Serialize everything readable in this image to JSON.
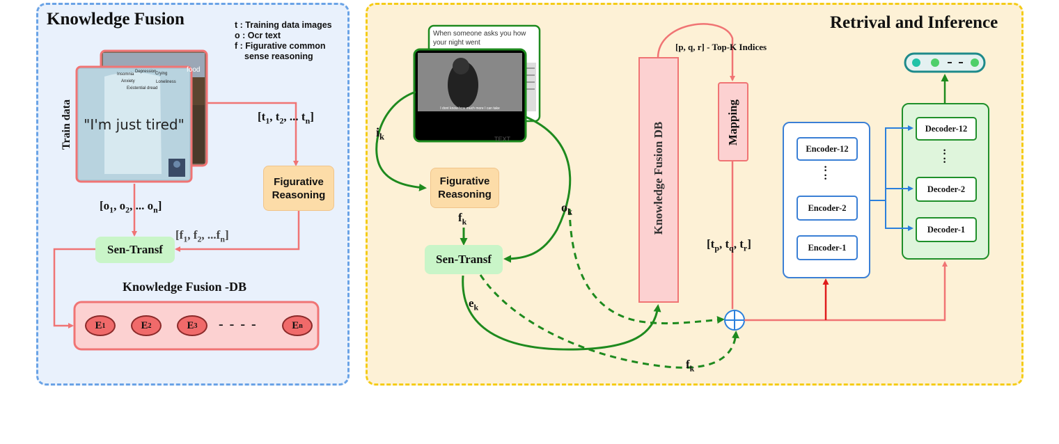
{
  "left": {
    "title": "Knowledge Fusion",
    "legend": {
      "t": "t : Training data images",
      "o": "o : Ocr text",
      "f1": "f : Figurative common",
      "f2": "sense reasoning"
    },
    "train_data_label": "Train data",
    "meme_caption": "\"I'm just tired\"",
    "meme_small_labels": [
      "Insomnia",
      "Depression",
      "Crying",
      "Anxiety",
      "Loneliness",
      "Existential dread",
      "food"
    ],
    "t_set": {
      "prefix": "[t",
      "s1": "1",
      "mid1": ", t",
      "s2": "2",
      "mid2": ", ... t",
      "sn": "n",
      "suffix": "]"
    },
    "o_set": {
      "prefix": "[o",
      "s1": "1",
      "mid1": ", o",
      "s2": "2",
      "mid2": ", ... o",
      "sn": "n",
      "suffix": "]"
    },
    "f_set": {
      "prefix": "[f",
      "s1": "1",
      "mid1": ", f",
      "s2": "2",
      "mid2": ", ...f",
      "sn": "n",
      "suffix": "]"
    },
    "figurative_box": [
      "Figurative",
      "Reasoning"
    ],
    "sentransf_box": "Sen-Transf",
    "db_title": "Knowledge Fusion -DB",
    "embeddings": [
      {
        "base": "E",
        "sub": "1"
      },
      {
        "base": "E",
        "sub": "2"
      },
      {
        "base": "E",
        "sub": "3"
      },
      {
        "base": "E",
        "sub": "n"
      }
    ],
    "dots": "- - - -"
  },
  "right": {
    "title": "Retrival and Inference",
    "meme_top_text": "When someone asks you how your night went",
    "meme_bottom_text": "I dont know how much more I can take",
    "meme_corner_text": "TEXT",
    "i_k": {
      "base": "i",
      "sub": "k"
    },
    "figurative_box": [
      "Figurative",
      "Reasoning"
    ],
    "f_k": {
      "base": "f",
      "sub": "k"
    },
    "o_k": {
      "base": "o",
      "sub": "k"
    },
    "sentransf_box": "Sen-Transf",
    "e_k": {
      "base": "e",
      "sub": "k"
    },
    "f_k_bottom": {
      "base": "f",
      "sub": "k"
    },
    "kf_db": "Knowledge Fusion DB",
    "topk_label": "[p, q, r] - Top-K Indices",
    "mapping": "Mapping",
    "tpqr": {
      "prefix": "[t",
      "s1": "p",
      "mid1": ", t",
      "s2": "q",
      "mid2": ", t",
      "s3": "r",
      "suffix": "]"
    },
    "encoders": [
      "Encoder-12",
      "Encoder-2",
      "Encoder-1"
    ],
    "decoders": [
      "Decoder-12",
      "Decoder-2",
      "Decoder-1"
    ],
    "vdots": ":"
  },
  "colors": {
    "left_bg": "#e9f1fc",
    "left_border": "#6aa3e6",
    "right_bg": "#fdf1d6",
    "right_border": "#f5cc17",
    "red_arrow": "#f07474",
    "green_arrow": "#1e8a1e",
    "blue_arrow": "#2a7fdc",
    "orange_box": "#fcdca8",
    "green_box": "#c9f5c8",
    "pink_box": "#fcd1d1"
  }
}
